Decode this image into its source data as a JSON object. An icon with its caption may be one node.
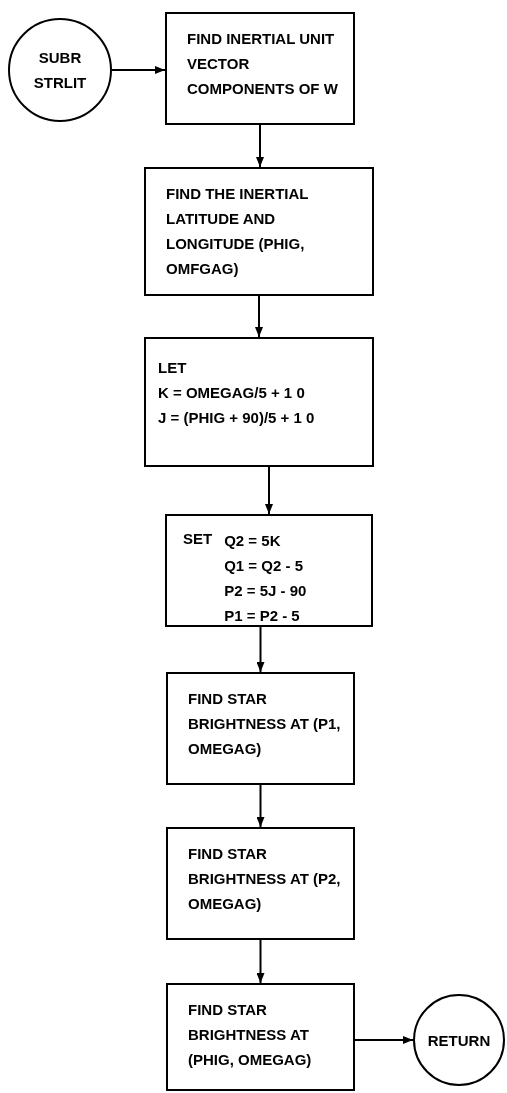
{
  "diagram": {
    "nodes": [
      {
        "text": [
          "SUBR STRLIT"
        ]
      },
      {
        "text": [
          "FIND INERTIAL UNIT VECTOR COMPONENTS OF W"
        ]
      },
      {
        "text": [
          "FIND THE INERTIAL LATITUDE AND LONGITUDE (PHIG, OMFGAG)"
        ]
      },
      {
        "text": [
          "LET",
          "K = OMEGAG/5 + 1 0",
          "J = (PHIG + 90)/5 + 1 0"
        ]
      },
      {
        "text": [
          "SET",
          "Q2 = 5K",
          "Q1 = Q2 - 5",
          "P2 = 5J - 90",
          "P1 = P2 - 5"
        ]
      },
      {
        "text": [
          "FIND STAR BRIGHTNESS AT (P1, OMEGAG)"
        ]
      },
      {
        "text": [
          "FIND STAR BRIGHTNESS AT (P2, OMEGAG)"
        ]
      },
      {
        "text": [
          "FIND STAR BRIGHTNESS AT (PHIG, OMEGAG)"
        ]
      },
      {
        "text": [
          "RETURN"
        ]
      }
    ],
    "edges": [
      {
        "from": 0,
        "to": 1,
        "arrow": "to"
      },
      {
        "from": 1,
        "to": 2,
        "arrow": "to"
      },
      {
        "from": 2,
        "to": 3,
        "arrow": "to"
      },
      {
        "from": 3,
        "to": 4,
        "arrow": "to"
      },
      {
        "from": 4,
        "to": 5,
        "arrow": "to"
      },
      {
        "from": 5,
        "to": 6,
        "arrow": "to"
      },
      {
        "from": 6,
        "to": 7,
        "arrow": "to"
      },
      {
        "from": 7,
        "to": 8,
        "arrow": "to"
      }
    ]
  }
}
